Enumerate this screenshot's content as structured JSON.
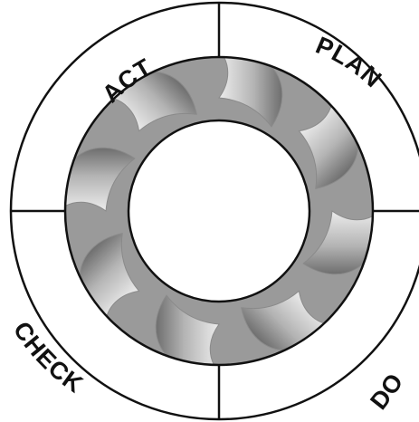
{
  "diagram": {
    "phases": [
      {
        "id": "plan",
        "label": "PLAN"
      },
      {
        "id": "do",
        "label": "DO"
      },
      {
        "id": "check",
        "label": "CHECK"
      },
      {
        "id": "act",
        "label": "ACT"
      }
    ],
    "colors": {
      "background": "#ffffff",
      "stroke": "#111111",
      "text": "#111111",
      "gradient_light": "#ececec",
      "gradient_mid": "#b4b4b4",
      "gradient_dark": "#6e6e6e"
    }
  }
}
